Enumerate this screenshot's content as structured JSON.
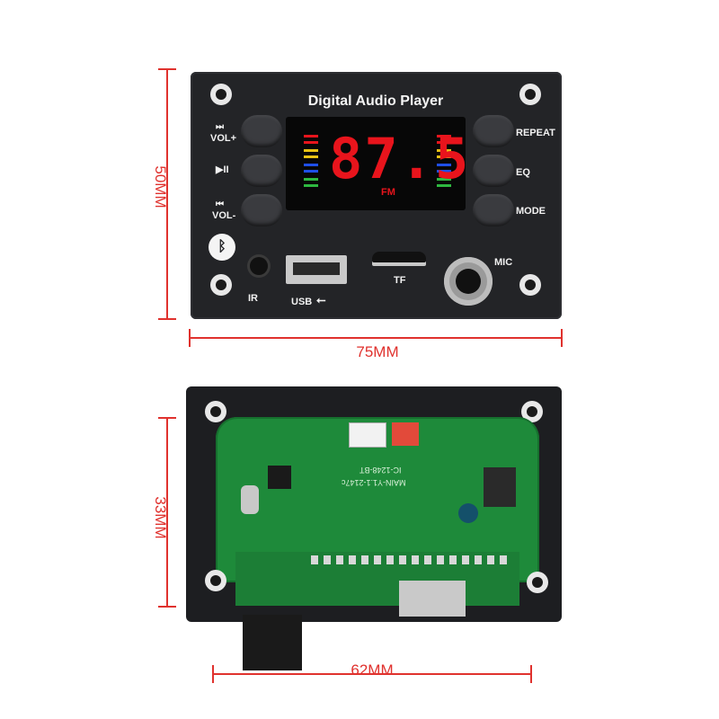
{
  "top_view": {
    "title": "Digital Audio Player",
    "display": {
      "frequency": "87.5",
      "band": "FM"
    },
    "left_labels": {
      "next_vol_plus": "VOL+",
      "play_pause": "▶II",
      "prev_vol_minus": "VOL-"
    },
    "right_labels": [
      "REPEAT",
      "EQ",
      "MODE"
    ],
    "port_labels": {
      "ir": "IR",
      "usb": "USB",
      "tf": "TF",
      "mic": "MIC"
    },
    "bar_colors": [
      "#e8141c",
      "#e8c214",
      "#1e4ee8",
      "#2eb840"
    ]
  },
  "dimensions": {
    "height_front": "50MM",
    "width_front": "75MM",
    "height_back": "33MM",
    "width_back": "62MM"
  },
  "back_view": {
    "pcb_texts": [
      "MAIN-Y1.1-2147c",
      "IC-1248-BT"
    ]
  }
}
